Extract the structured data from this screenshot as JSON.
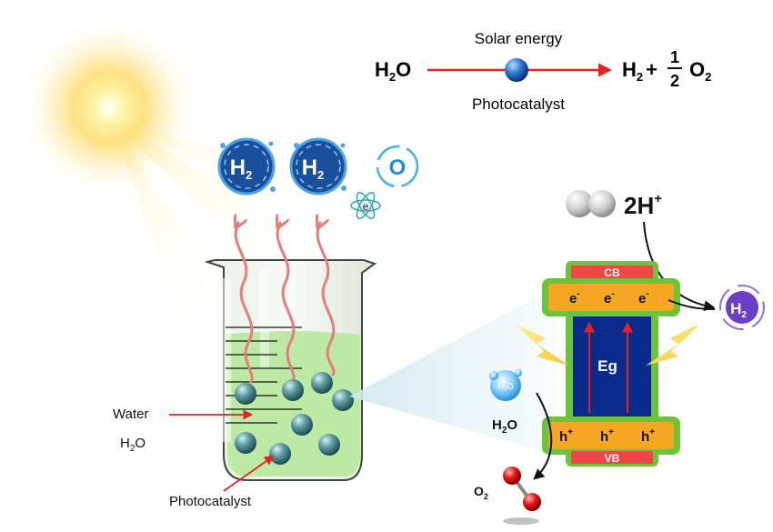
{
  "equation": {
    "reactant_main": "H",
    "reactant_sub": "2",
    "reactant_end": "O",
    "above_arrow": "Solar energy",
    "below_arrow": "Photocatalyst",
    "product_h": "H",
    "product_h_sub": "2",
    "plus": "+",
    "frac_num": "1",
    "frac_den": "2",
    "product_o": "O",
    "product_o_sub": "2"
  },
  "top_icons": {
    "h2_main": "H",
    "h2_sub": "2",
    "electron": "e",
    "oxygen": "O"
  },
  "beaker": {
    "water_label": "Water",
    "water_formula_main": "H",
    "water_formula_sub": "2",
    "water_formula_end": "O",
    "photocatalyst_label": "Photocatalyst"
  },
  "band": {
    "proton_count": "2H",
    "proton_sup": "+",
    "cb_label": "CB",
    "vb_label": "VB",
    "electron": "e",
    "electron_sup": "-",
    "hole": "h",
    "hole_sup": "+",
    "gap_label": "Eg",
    "h2_main": "H",
    "h2_sub": "2",
    "water_main": "H",
    "water_sub": "2",
    "water_end": "O",
    "molecule_text": "H₂O",
    "o2_main": "O",
    "o2_sub": "2"
  },
  "colors": {
    "arrow_red": "#e8211d",
    "band_blue": "#0b2a8e",
    "band_green": "#6cc43a",
    "band_orange": "#f5a623",
    "band_red": "#f04646",
    "h2_blue": "#1a4f9c",
    "h2_purple": "#6a3fc8",
    "water_green": "#bce9a3"
  }
}
